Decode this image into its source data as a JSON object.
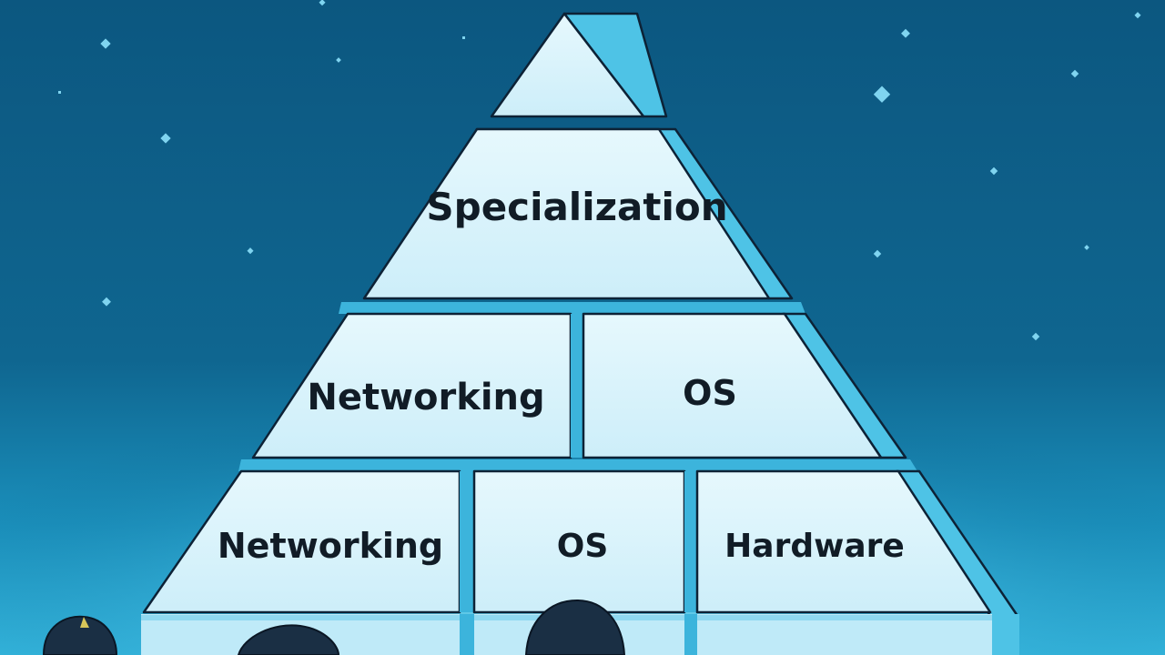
{
  "pyramid": {
    "apex": {
      "label": ""
    },
    "tier2": {
      "label": "Specialization"
    },
    "tier3": [
      "Networking",
      "OS"
    ],
    "tier4": [
      "Networking",
      "OS",
      "Hardware"
    ]
  },
  "palette": {
    "sky_top": "#0d5a83",
    "sky_bottom": "#1f9fc8",
    "block_face": "#d8f2fb",
    "block_side": "#4ec3e6",
    "outline": "#0d2236",
    "text": "#111c26"
  },
  "decor": {
    "sparkle_icon": "sparkle-icon",
    "figure_icon": "student-head-icon"
  }
}
